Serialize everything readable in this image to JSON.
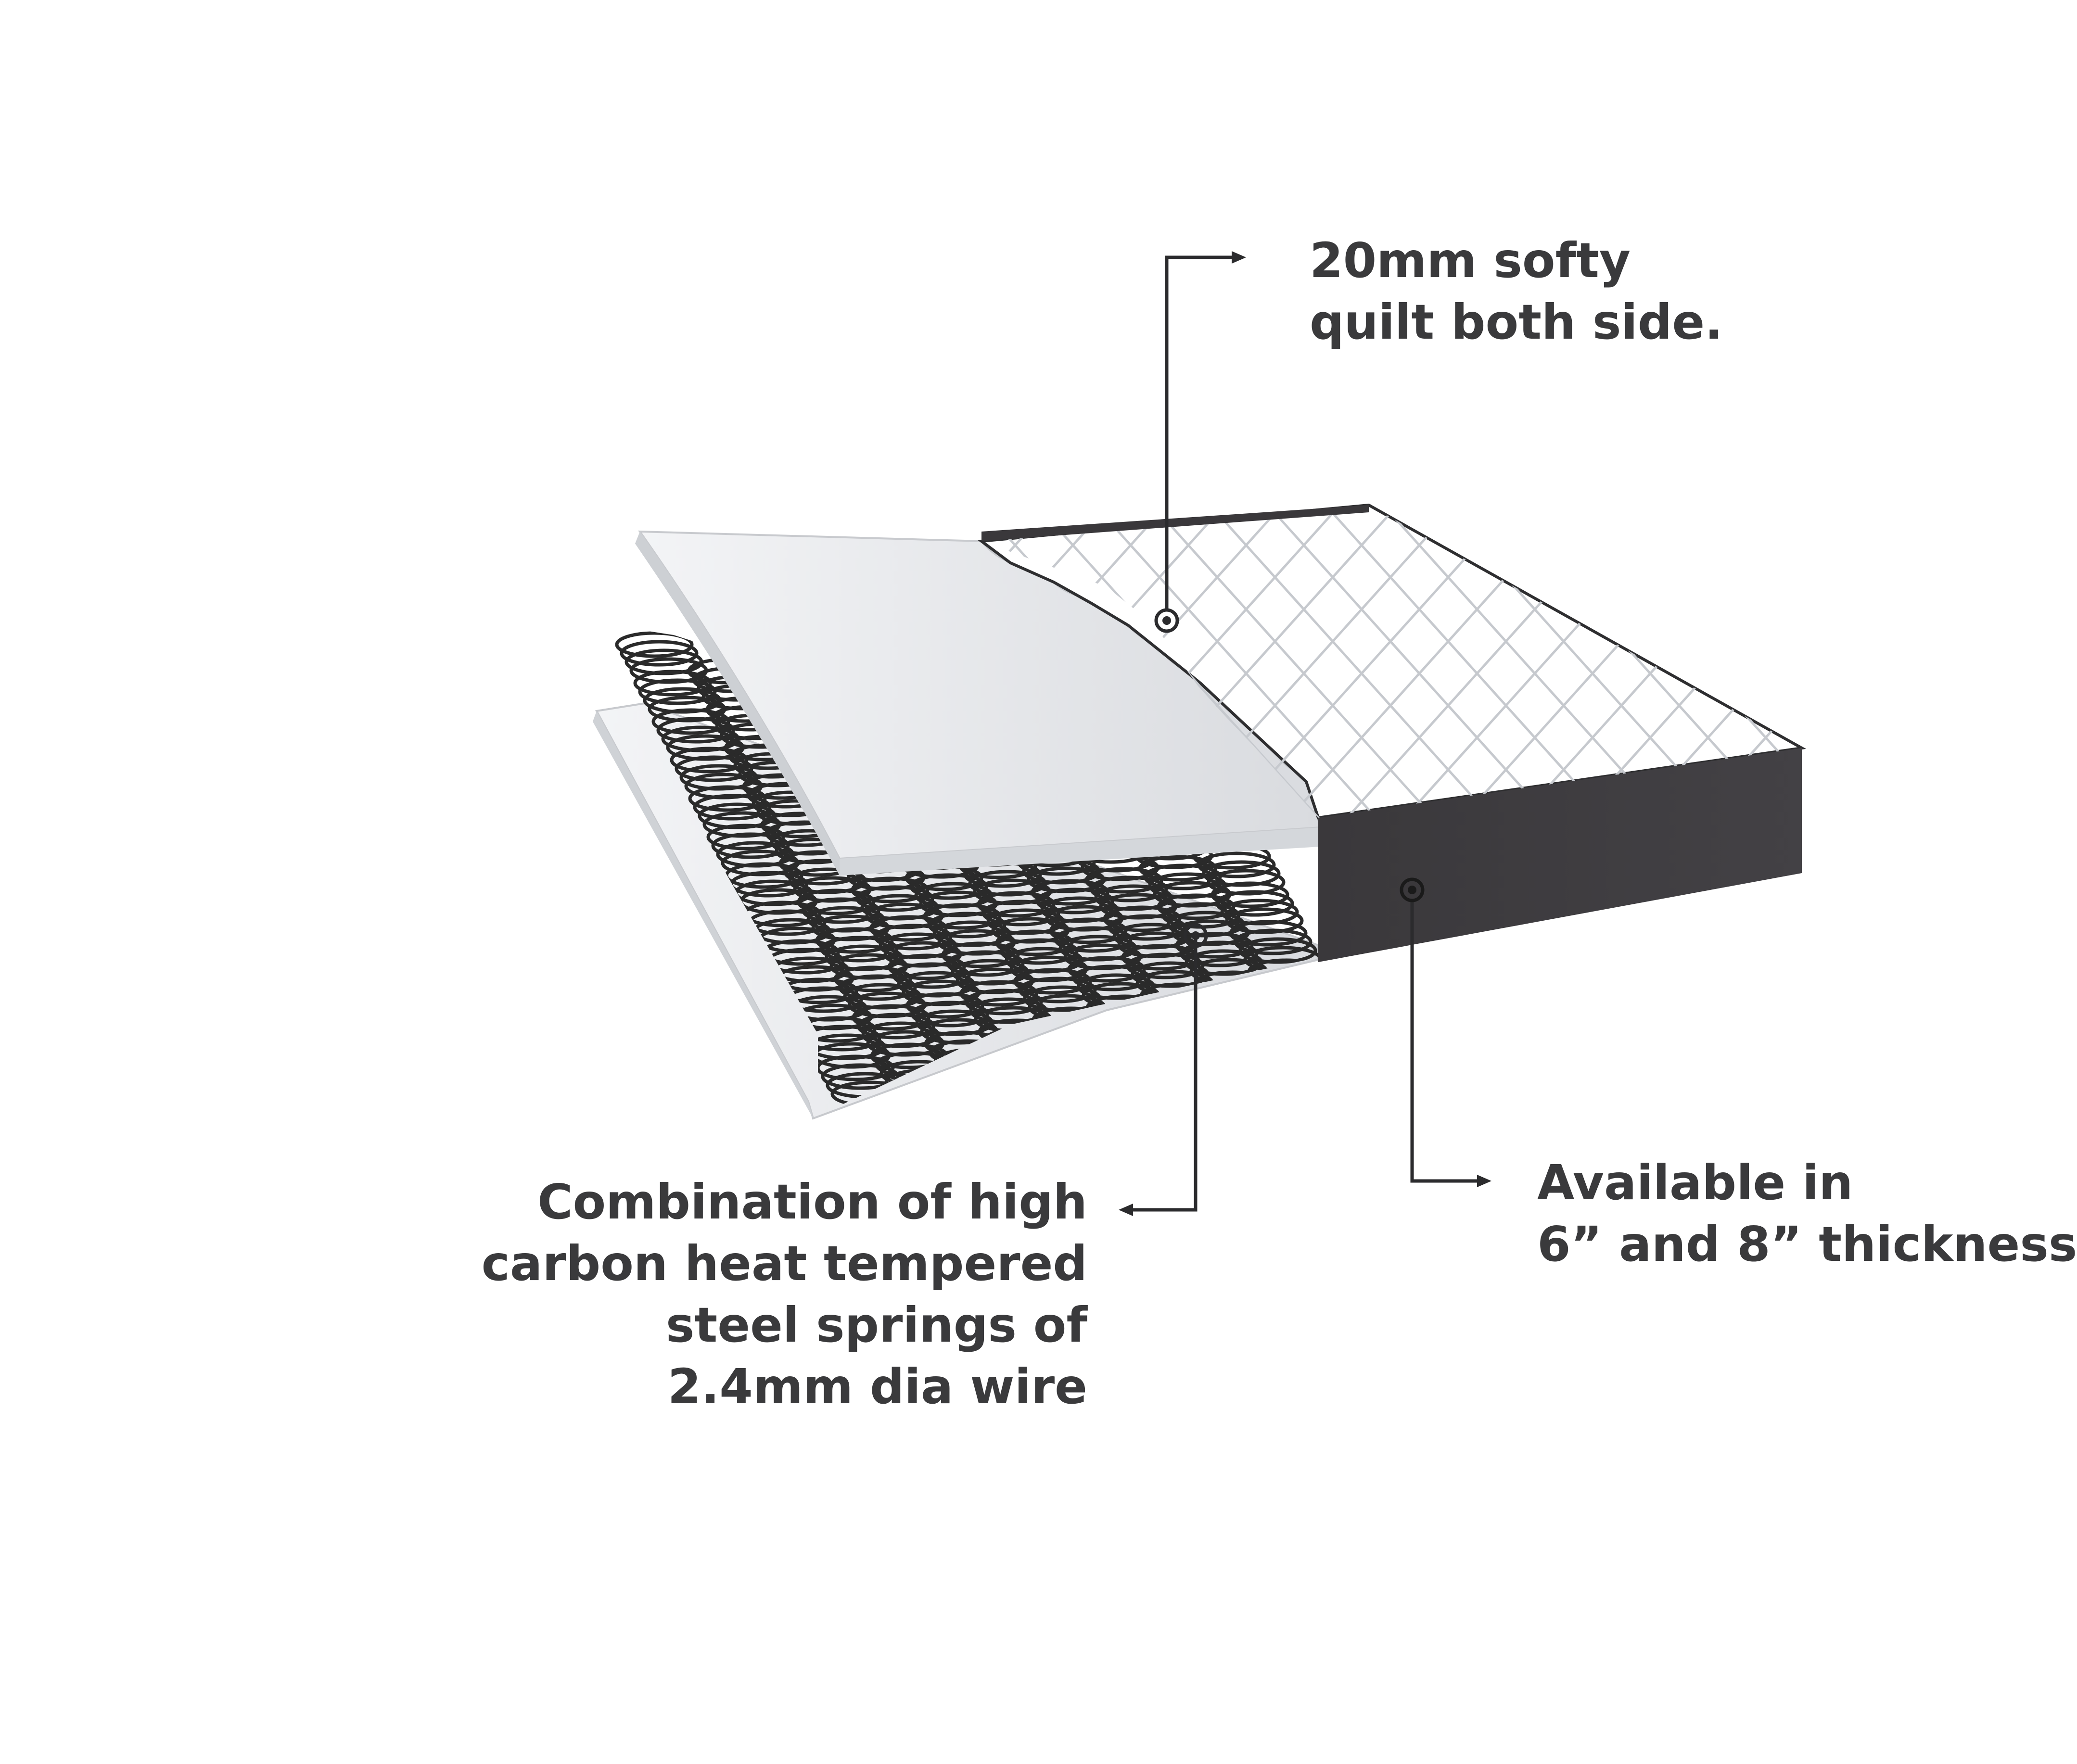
{
  "callouts": {
    "quilt": {
      "lines": [
        "20mm softy",
        "quilt both side."
      ]
    },
    "thickness": {
      "lines": [
        "Available in",
        "6” and 8” thickness"
      ]
    },
    "springs": {
      "lines": [
        "Combination of high",
        "carbon heat tempered",
        "steel springs of",
        "2.4mm dia wire"
      ]
    }
  },
  "colors": {
    "text": "#3a3a3c",
    "leader": "#2b2b2d",
    "mattress_side": "#3c3a3d",
    "quilt_surface": "#ffffff",
    "quilt_stitch": "#c9ccd1",
    "foam_layer": "#e8e9eb",
    "spring_wire": "#2a2a2a"
  }
}
